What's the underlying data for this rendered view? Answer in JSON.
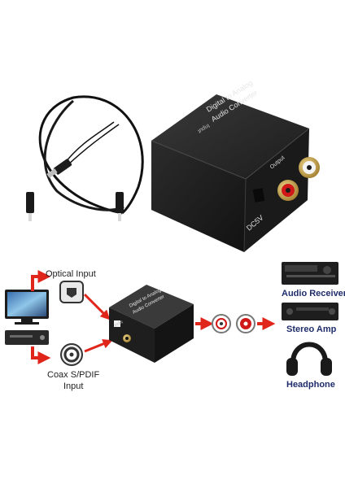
{
  "product": {
    "top_label_line1": "Digital to Analog",
    "top_label_line2": "Audio Converter",
    "input_label": "Input",
    "output_label": "Output",
    "dc_label": "DC5V"
  },
  "diagram": {
    "optical_label": "Optical Input",
    "coax_label_line1": "Coax S/PDIF",
    "coax_label_line2": "Input",
    "device_label_line1": "Digital to Analog",
    "device_label_line2": "Audio Converter",
    "device_side_label": "Input",
    "outputs": [
      {
        "label": "Audio Receiver"
      },
      {
        "label": "Stereo Amp"
      },
      {
        "label": "Headphone"
      }
    ]
  },
  "colors": {
    "arrow": "#e0261b",
    "label_navy": "#1f2d6b",
    "device_body": "#262626",
    "rca_red": "#d01818",
    "rca_white": "#f2f2f2",
    "gold": "#c9a449"
  }
}
